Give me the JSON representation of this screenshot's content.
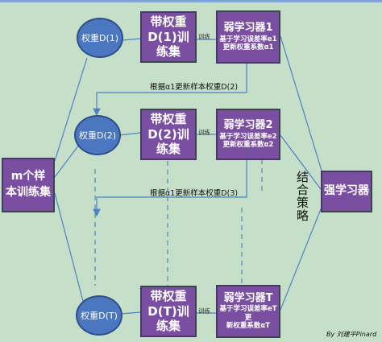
{
  "left_box": "m个样本训练集",
  "weights": [
    "权重D(1)",
    "权重D(2)",
    "权重D(T)"
  ],
  "datasets": [
    "带权重D(1)训练集",
    "带权重D(2)训练集",
    "带权重D(T)训练集"
  ],
  "learners": [
    {
      "title": "弱学习器1",
      "line1": "基于学习误差率e1",
      "line2": "更新权重系数α1"
    },
    {
      "title": "弱学习器2",
      "line1": "基于学习误差率e2",
      "line2": "更新权重系数α2"
    },
    {
      "title": "弱学习器T",
      "line1": "基于学习误差率eT更",
      "line2": "新权重系数αT"
    }
  ],
  "train_label": "训练",
  "update_labels": [
    "根据α1更新样本权重D(2)",
    "根据α1更新样本权重D(3)"
  ],
  "combine_label": "结合策略",
  "strong_learner": "强学习器",
  "credit": "By 刘建平Pinard",
  "colors": {
    "background": "#c6dfc8",
    "box": "#7a4fa1",
    "ellipse": "#4b76c0",
    "arrow": "#4b82c4"
  }
}
